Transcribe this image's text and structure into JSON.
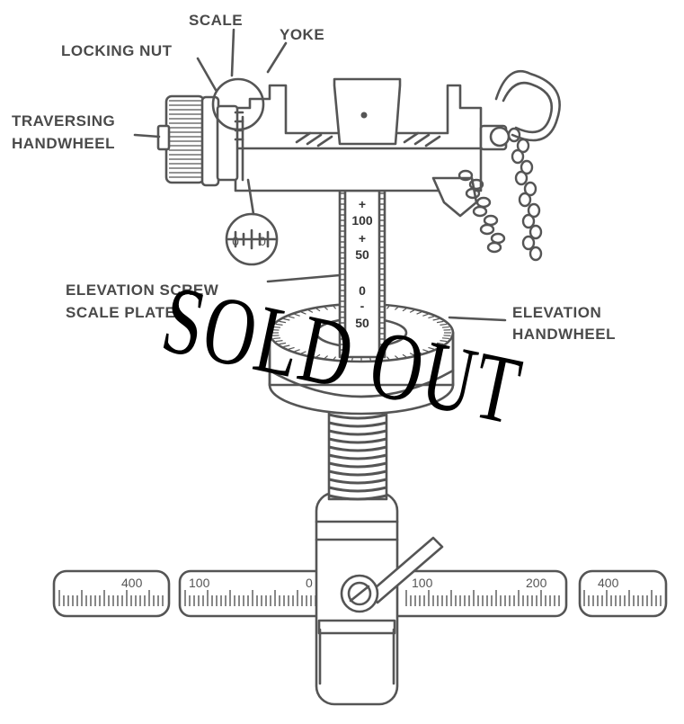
{
  "labels": {
    "scale": "SCALE",
    "yoke": "YOKE",
    "locking_nut": "LOCKING NUT",
    "traversing_line1": "TRAVERSING",
    "traversing_line2": "HANDWHEEL",
    "elev_screw_line1": "ELEVATION SCREW",
    "elev_screw_line2": "SCALE PLATE",
    "elev_handwheel_line1": "ELEVATION",
    "elev_handwheel_line2": "HANDWHEEL"
  },
  "column_scale": {
    "sign_plus_1": "+",
    "v100": "100",
    "sign_plus_2": "+",
    "v50": "50",
    "v0": "0",
    "sign_minus": "-",
    "vneg50": "50"
  },
  "bar_scale": {
    "left_far": "400",
    "left_100": "100",
    "center_0": "0",
    "right_100": "100",
    "right_200": "200",
    "right_far": "400"
  },
  "mini_scale": {
    "left": "0",
    "right": "0"
  },
  "stamp": {
    "text": "SOLD OUT"
  },
  "colors": {
    "ink": "#555555",
    "stamp": "#000000",
    "background": "#ffffff"
  }
}
